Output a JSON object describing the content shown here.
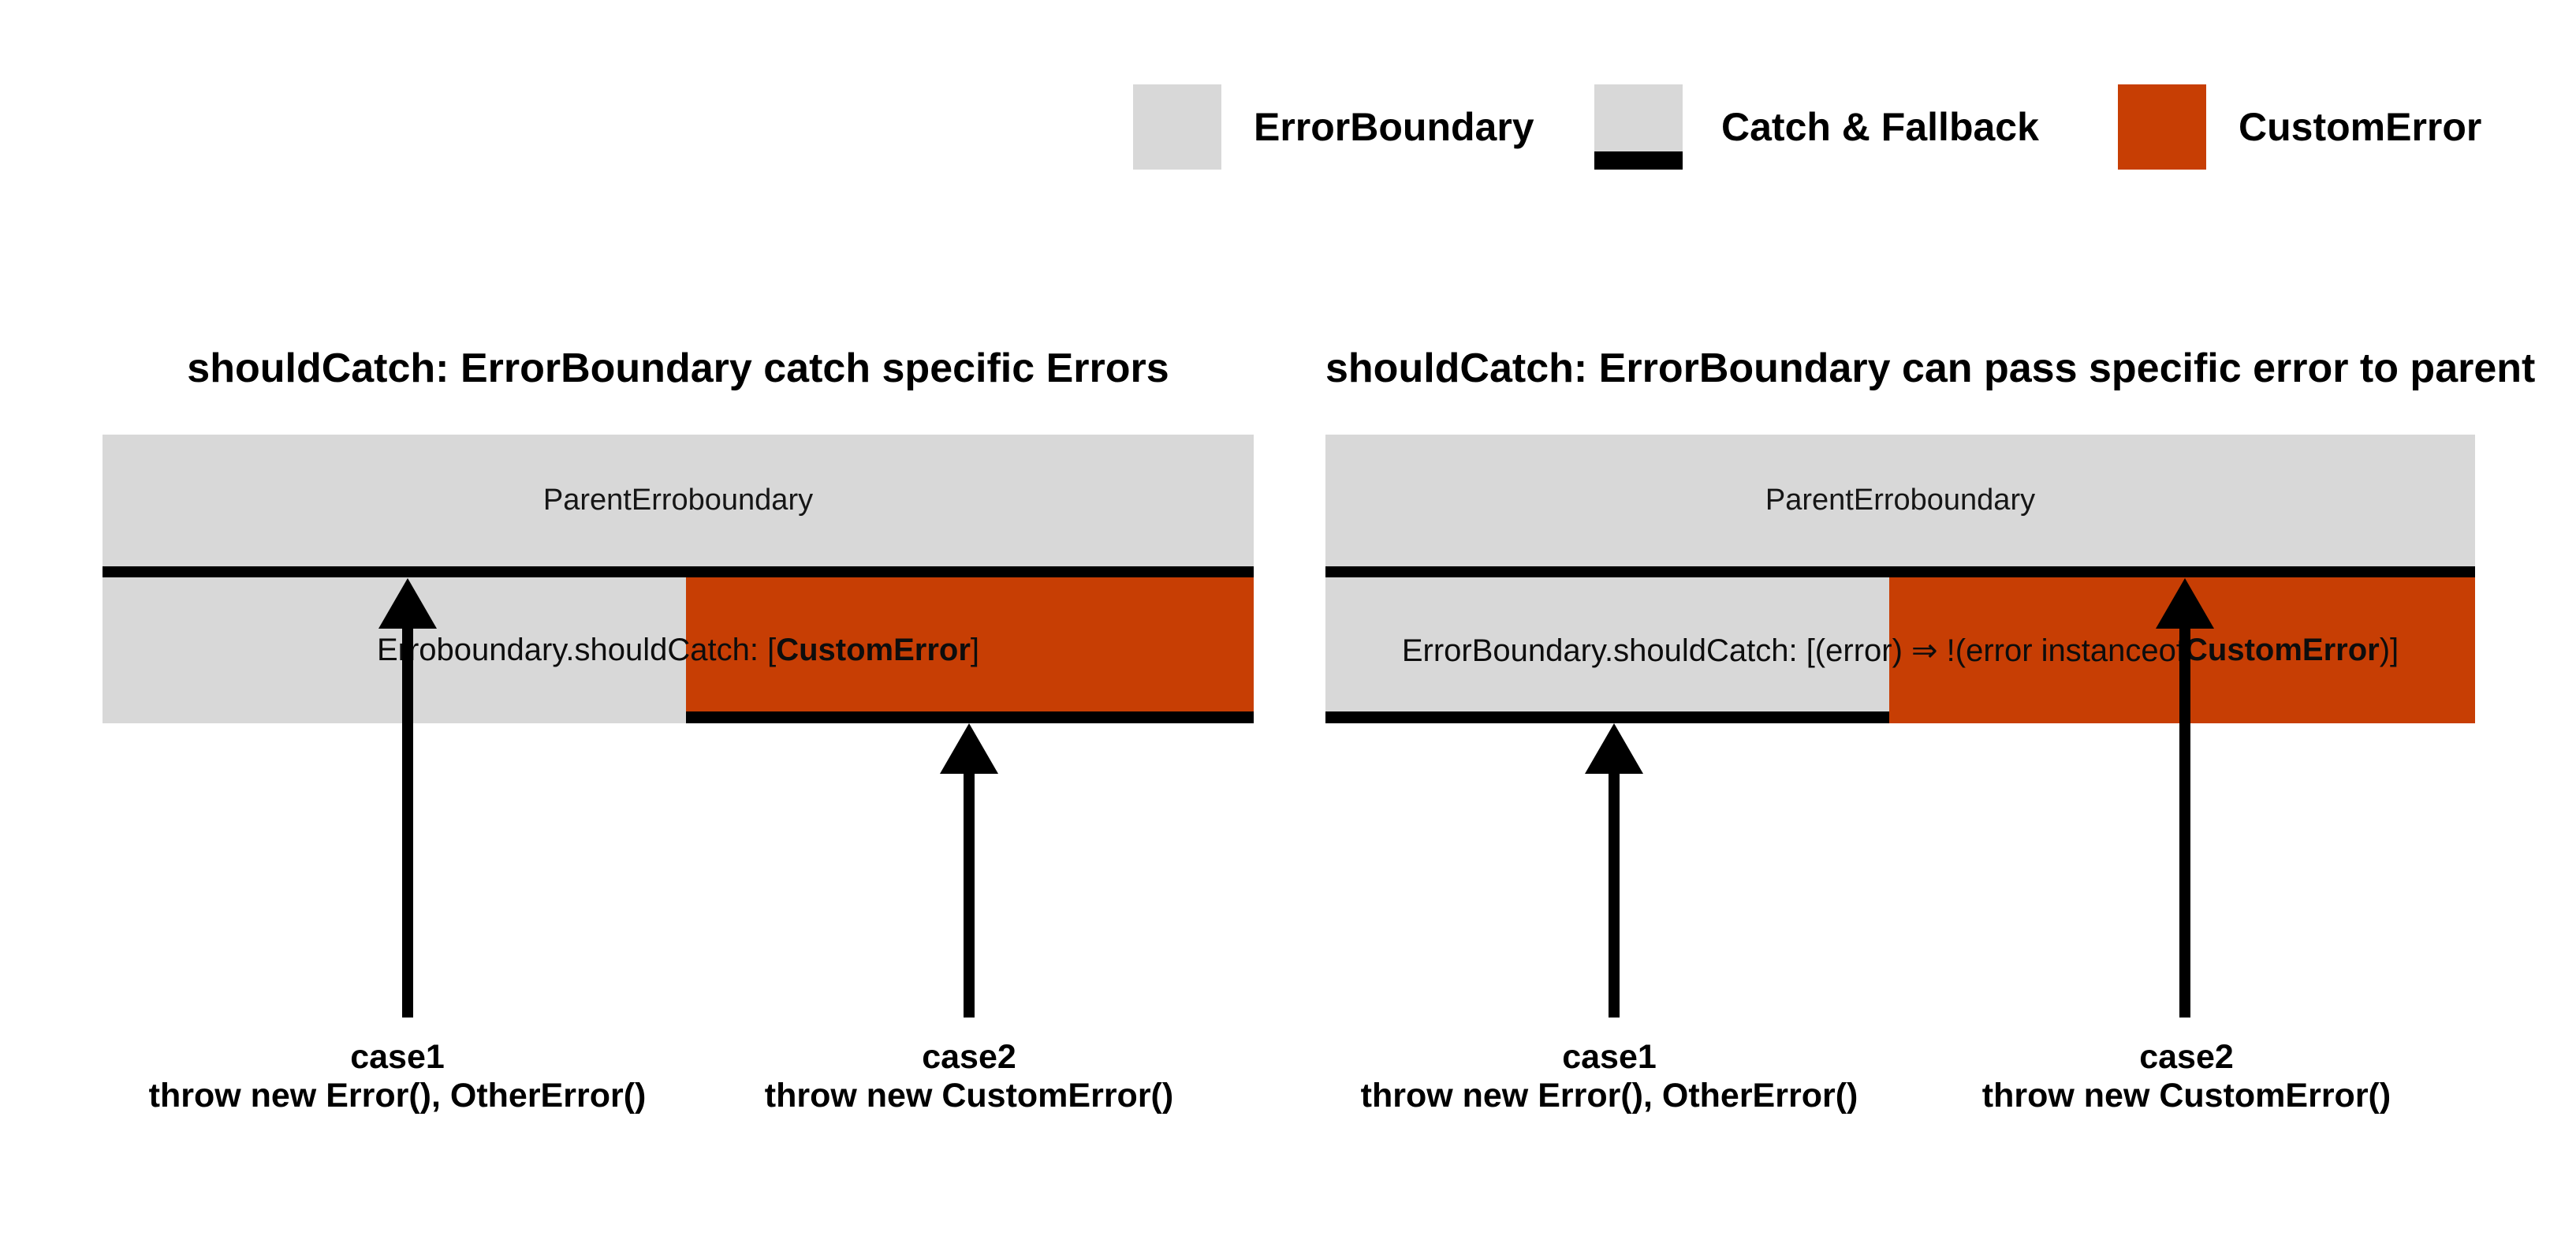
{
  "legend": {
    "items": [
      {
        "label": "ErrorBoundary",
        "swatch": "error-boundary-swatch"
      },
      {
        "label": "Catch & Fallback",
        "swatch": "catch-fallback-swatch"
      },
      {
        "label": "CustomError",
        "swatch": "custom-error-swatch"
      }
    ]
  },
  "colors": {
    "boundary_gray": "#d8d8d8",
    "custom_error_orange": "#c73e04",
    "catch_line_black": "#000000",
    "background": "#ffffff"
  },
  "diagrams": [
    {
      "title": "shouldCatch: ErrorBoundary catch specific Errors",
      "parent_label": "ParentErroboundary",
      "child_label_segments": [
        {
          "text": "Erroboundary.shouldCatch: [",
          "bold": false
        },
        {
          "text": "CustomError",
          "bold": true
        },
        {
          "text": "]",
          "bold": false
        }
      ],
      "cases": [
        {
          "name": "case1",
          "code": "throw new Error(), OtherError()"
        },
        {
          "name": "case2",
          "code": "throw new CustomError()"
        }
      ]
    },
    {
      "title": "shouldCatch: ErrorBoundary can pass specific error to parent",
      "parent_label": "ParentErroboundary",
      "child_label_segments": [
        {
          "text": "ErrorBoundary.shouldCatch: [(error) ⇒ !(error instanceof ",
          "bold": false
        },
        {
          "text": "CustomError",
          "bold": true
        },
        {
          "text": ")]",
          "bold": false
        }
      ],
      "cases": [
        {
          "name": "case1",
          "code": "throw new Error(), OtherError()"
        },
        {
          "name": "case2",
          "code": "throw new CustomError()"
        }
      ]
    }
  ]
}
